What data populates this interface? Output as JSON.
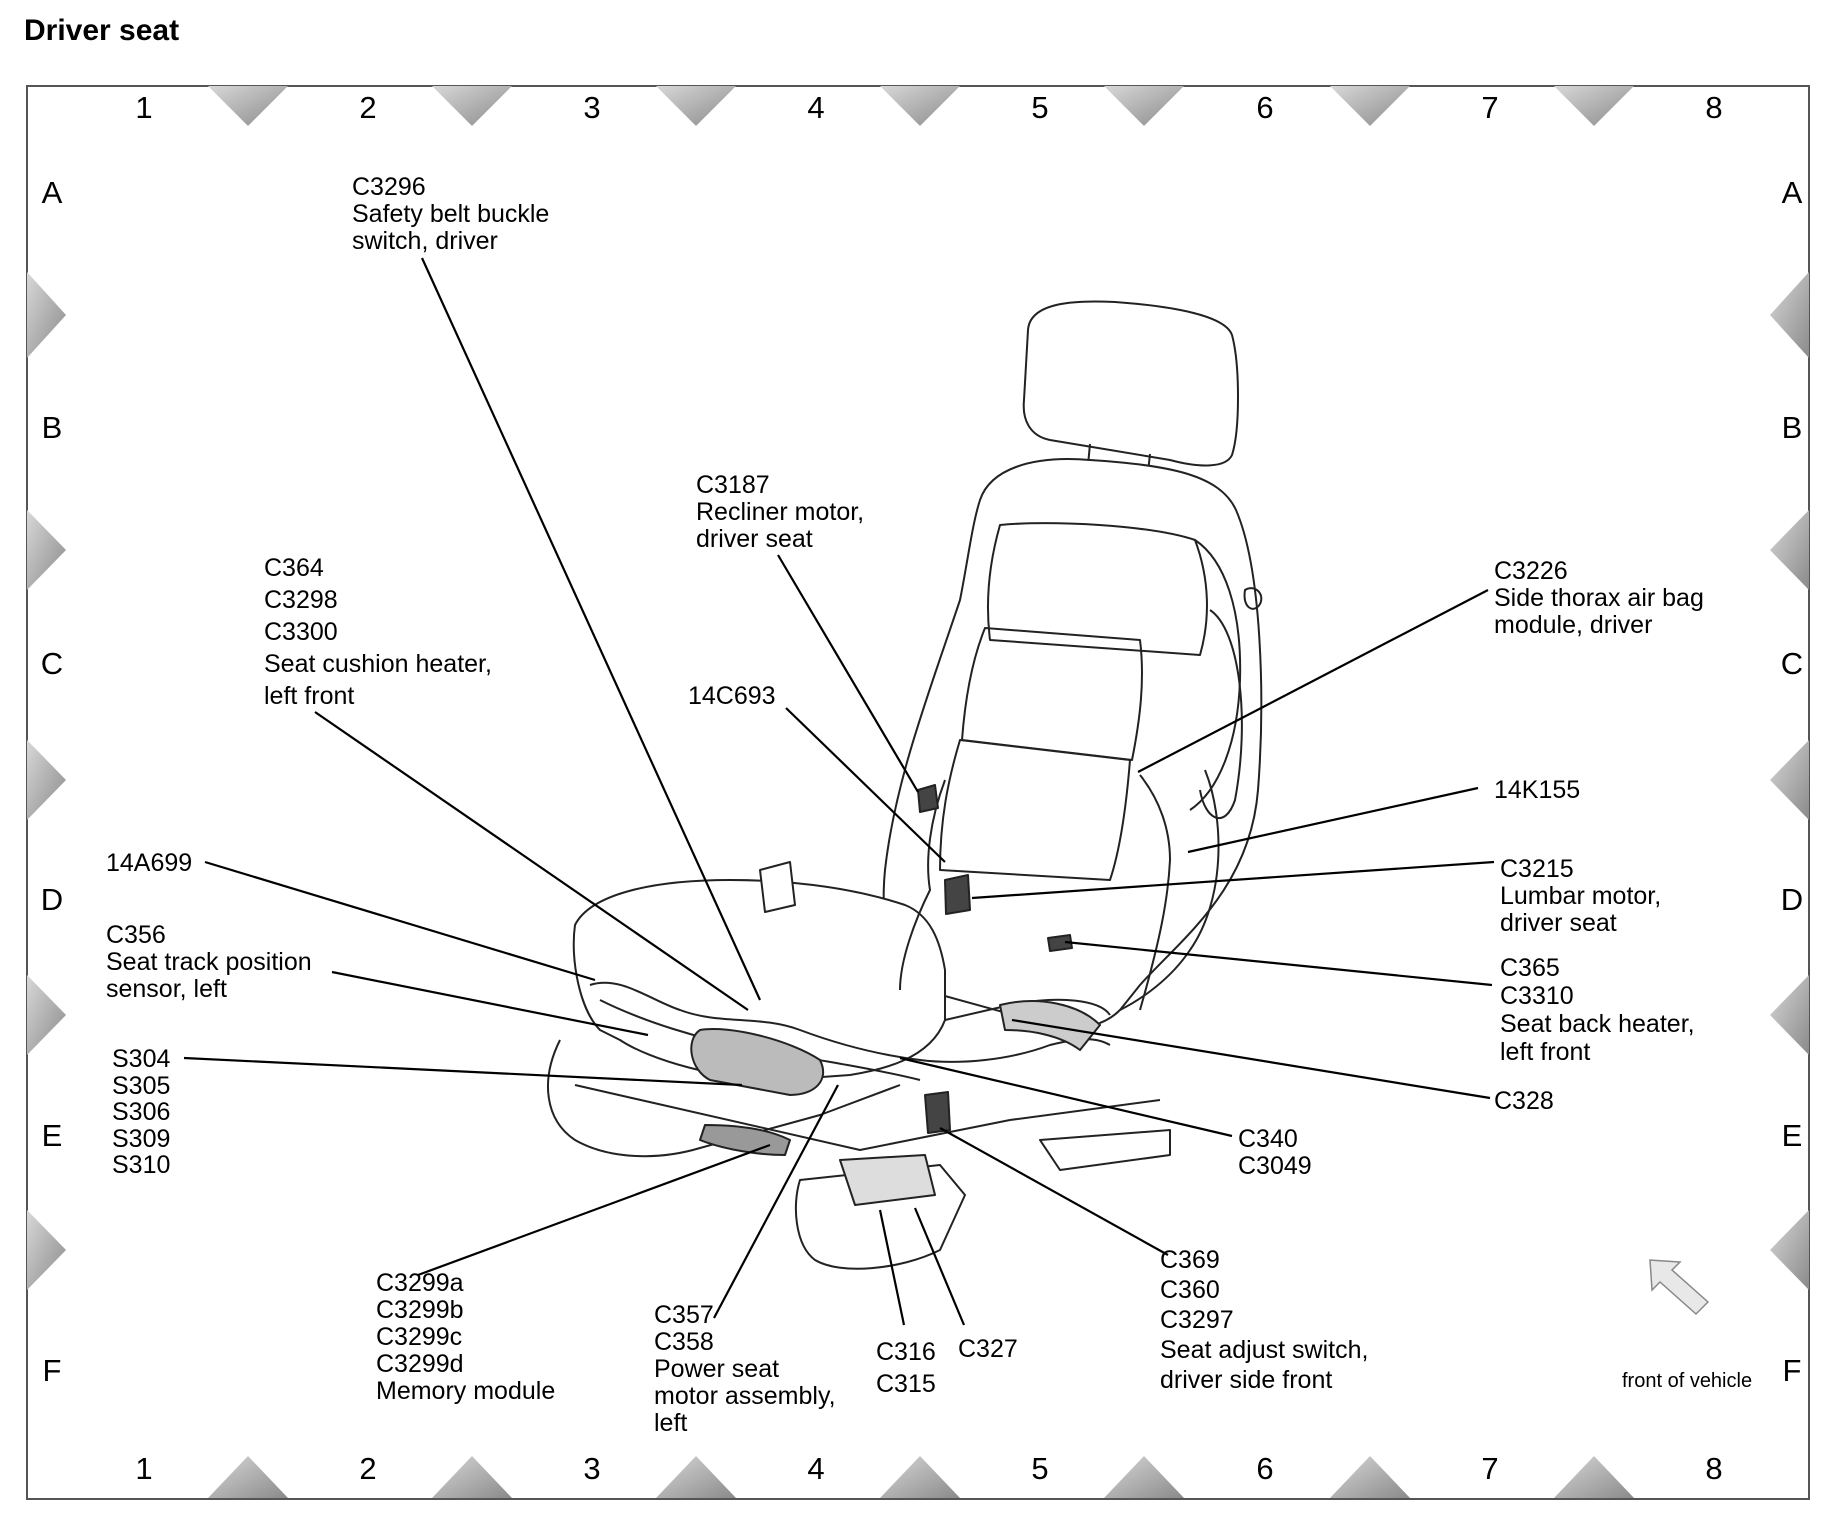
{
  "title": "Driver  seat",
  "grid": {
    "columns": [
      "1",
      "2",
      "3",
      "4",
      "5",
      "6",
      "7",
      "8"
    ],
    "rows": [
      "A",
      "B",
      "C",
      "D",
      "E",
      "F"
    ]
  },
  "labels": {
    "c3296": [
      "C3296",
      "Safety belt buckle",
      "switch, driver"
    ],
    "c3187": [
      "C3187",
      "Recliner motor,",
      "driver seat"
    ],
    "c364": [
      "C364",
      "C3298",
      "C3300",
      "Seat cushion heater,",
      "left front"
    ],
    "c3226": [
      "C3226",
      "Side thorax air bag",
      "module, driver"
    ],
    "p14c693": [
      "14C693"
    ],
    "p14k155": [
      "14K155"
    ],
    "p14a699": [
      "14A699"
    ],
    "c3215": [
      "C3215",
      "Lumbar motor,",
      "driver seat"
    ],
    "c356": [
      "C356",
      "Seat track position",
      "sensor, left"
    ],
    "c365": [
      "C365",
      "C3310",
      "Seat back heater,",
      "left front"
    ],
    "s304": [
      "S304",
      "S305",
      "S306",
      "S309",
      "S310"
    ],
    "c328": [
      "C328"
    ],
    "c340": [
      "C340",
      "C3049"
    ],
    "c3299": [
      "C3299a",
      "C3299b",
      "C3299c",
      "C3299d",
      "Memory module"
    ],
    "c357": [
      "C357",
      "C358",
      "Power seat",
      "motor assembly,",
      "left"
    ],
    "c316": [
      "C316",
      "C315"
    ],
    "c327": [
      "C327"
    ],
    "c369": [
      "C369",
      "C360",
      "C3297",
      "Seat adjust switch,",
      "driver side front"
    ]
  },
  "front_of_vehicle": "front of vehicle"
}
